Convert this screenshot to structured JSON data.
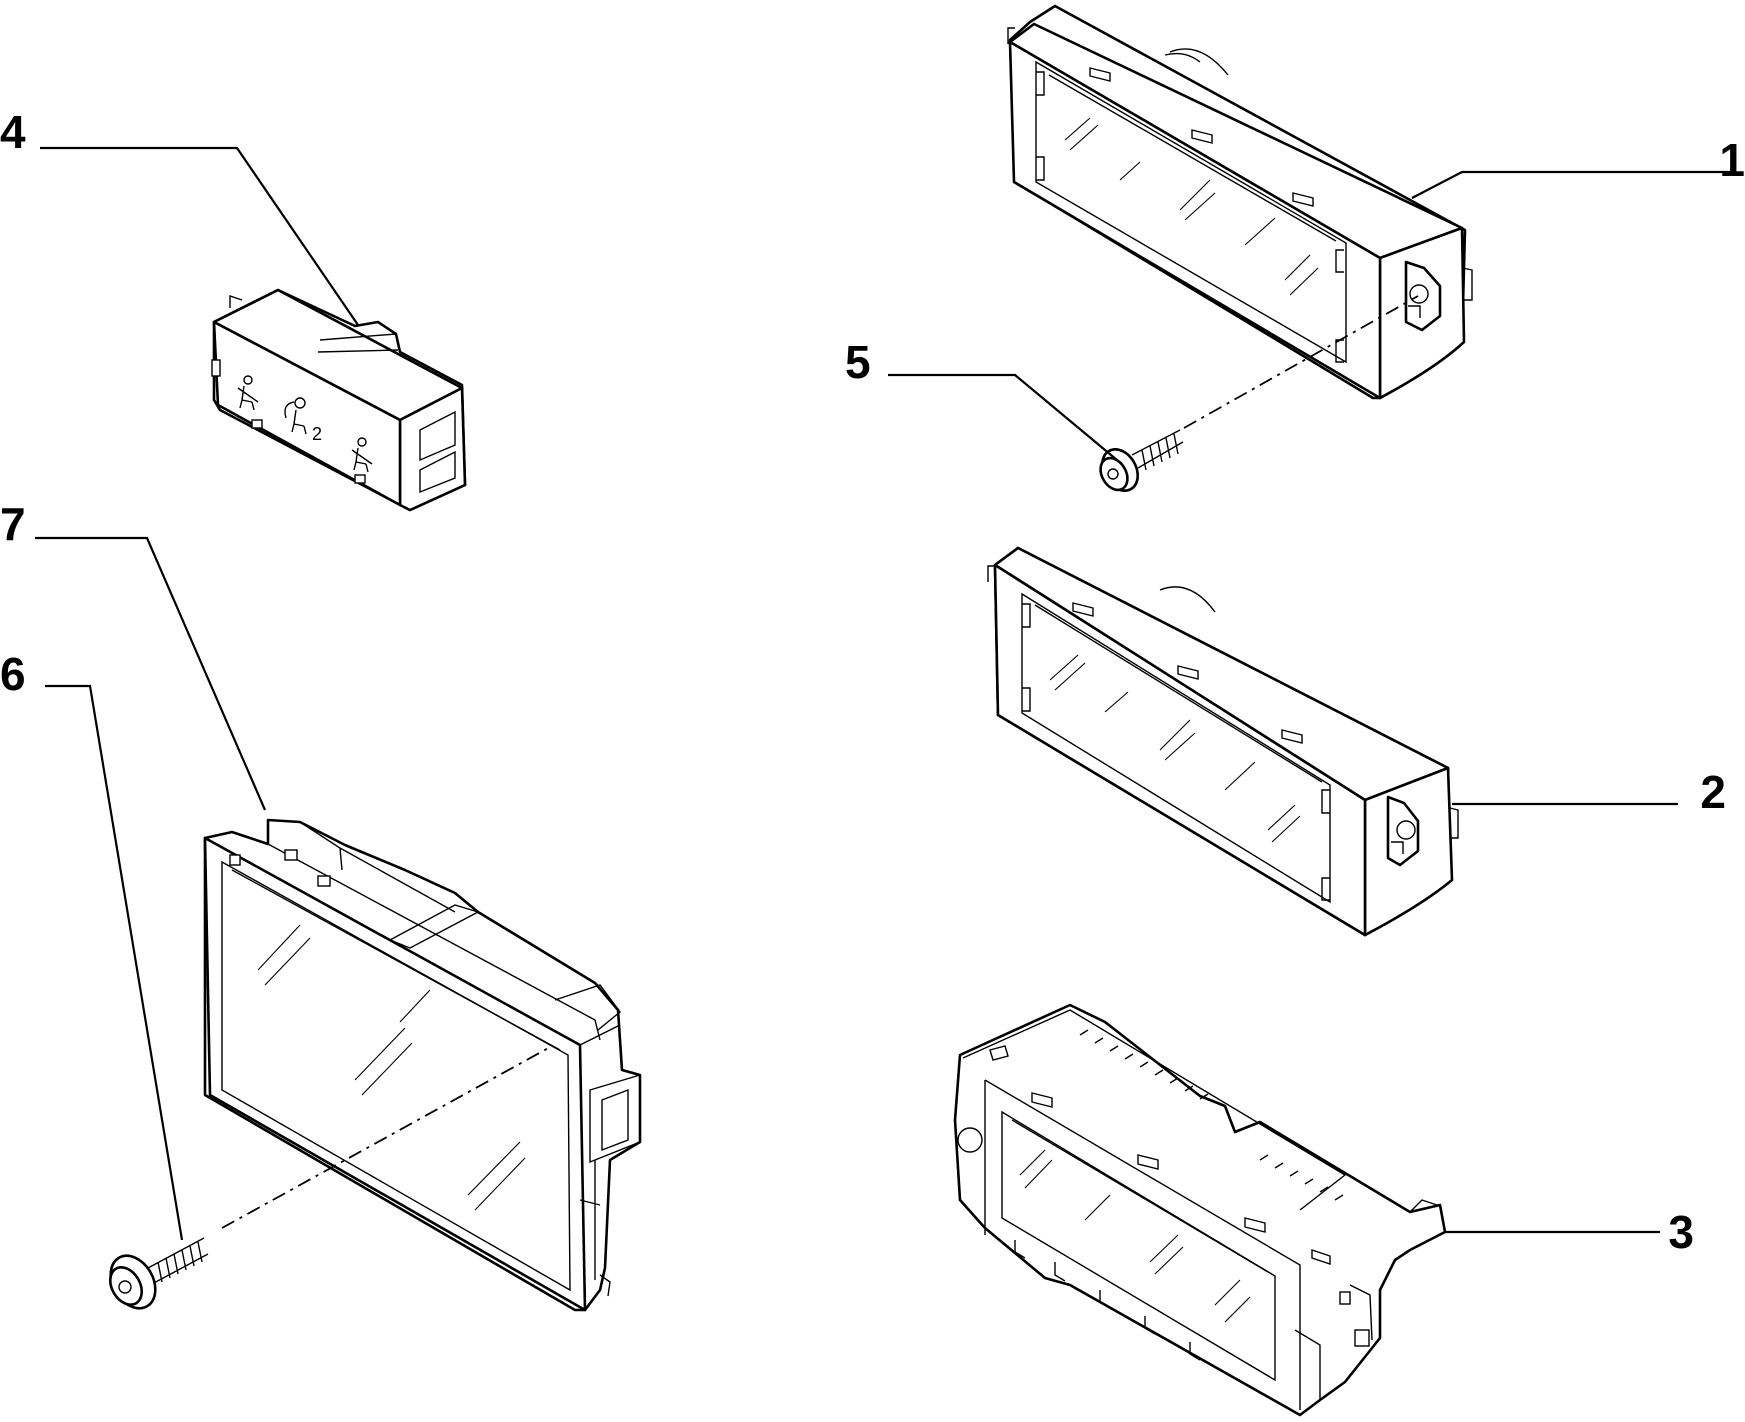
{
  "callouts": [
    {
      "id": "1",
      "label": "1"
    },
    {
      "id": "2",
      "label": "2"
    },
    {
      "id": "3",
      "label": "3"
    },
    {
      "id": "4",
      "label": "4"
    },
    {
      "id": "5",
      "label": "5"
    },
    {
      "id": "6",
      "label": "6"
    },
    {
      "id": "7",
      "label": "7"
    }
  ],
  "part4_symbols": [
    "seatbelt-icon",
    "airbag-2-icon",
    "seatbelt-icon"
  ]
}
